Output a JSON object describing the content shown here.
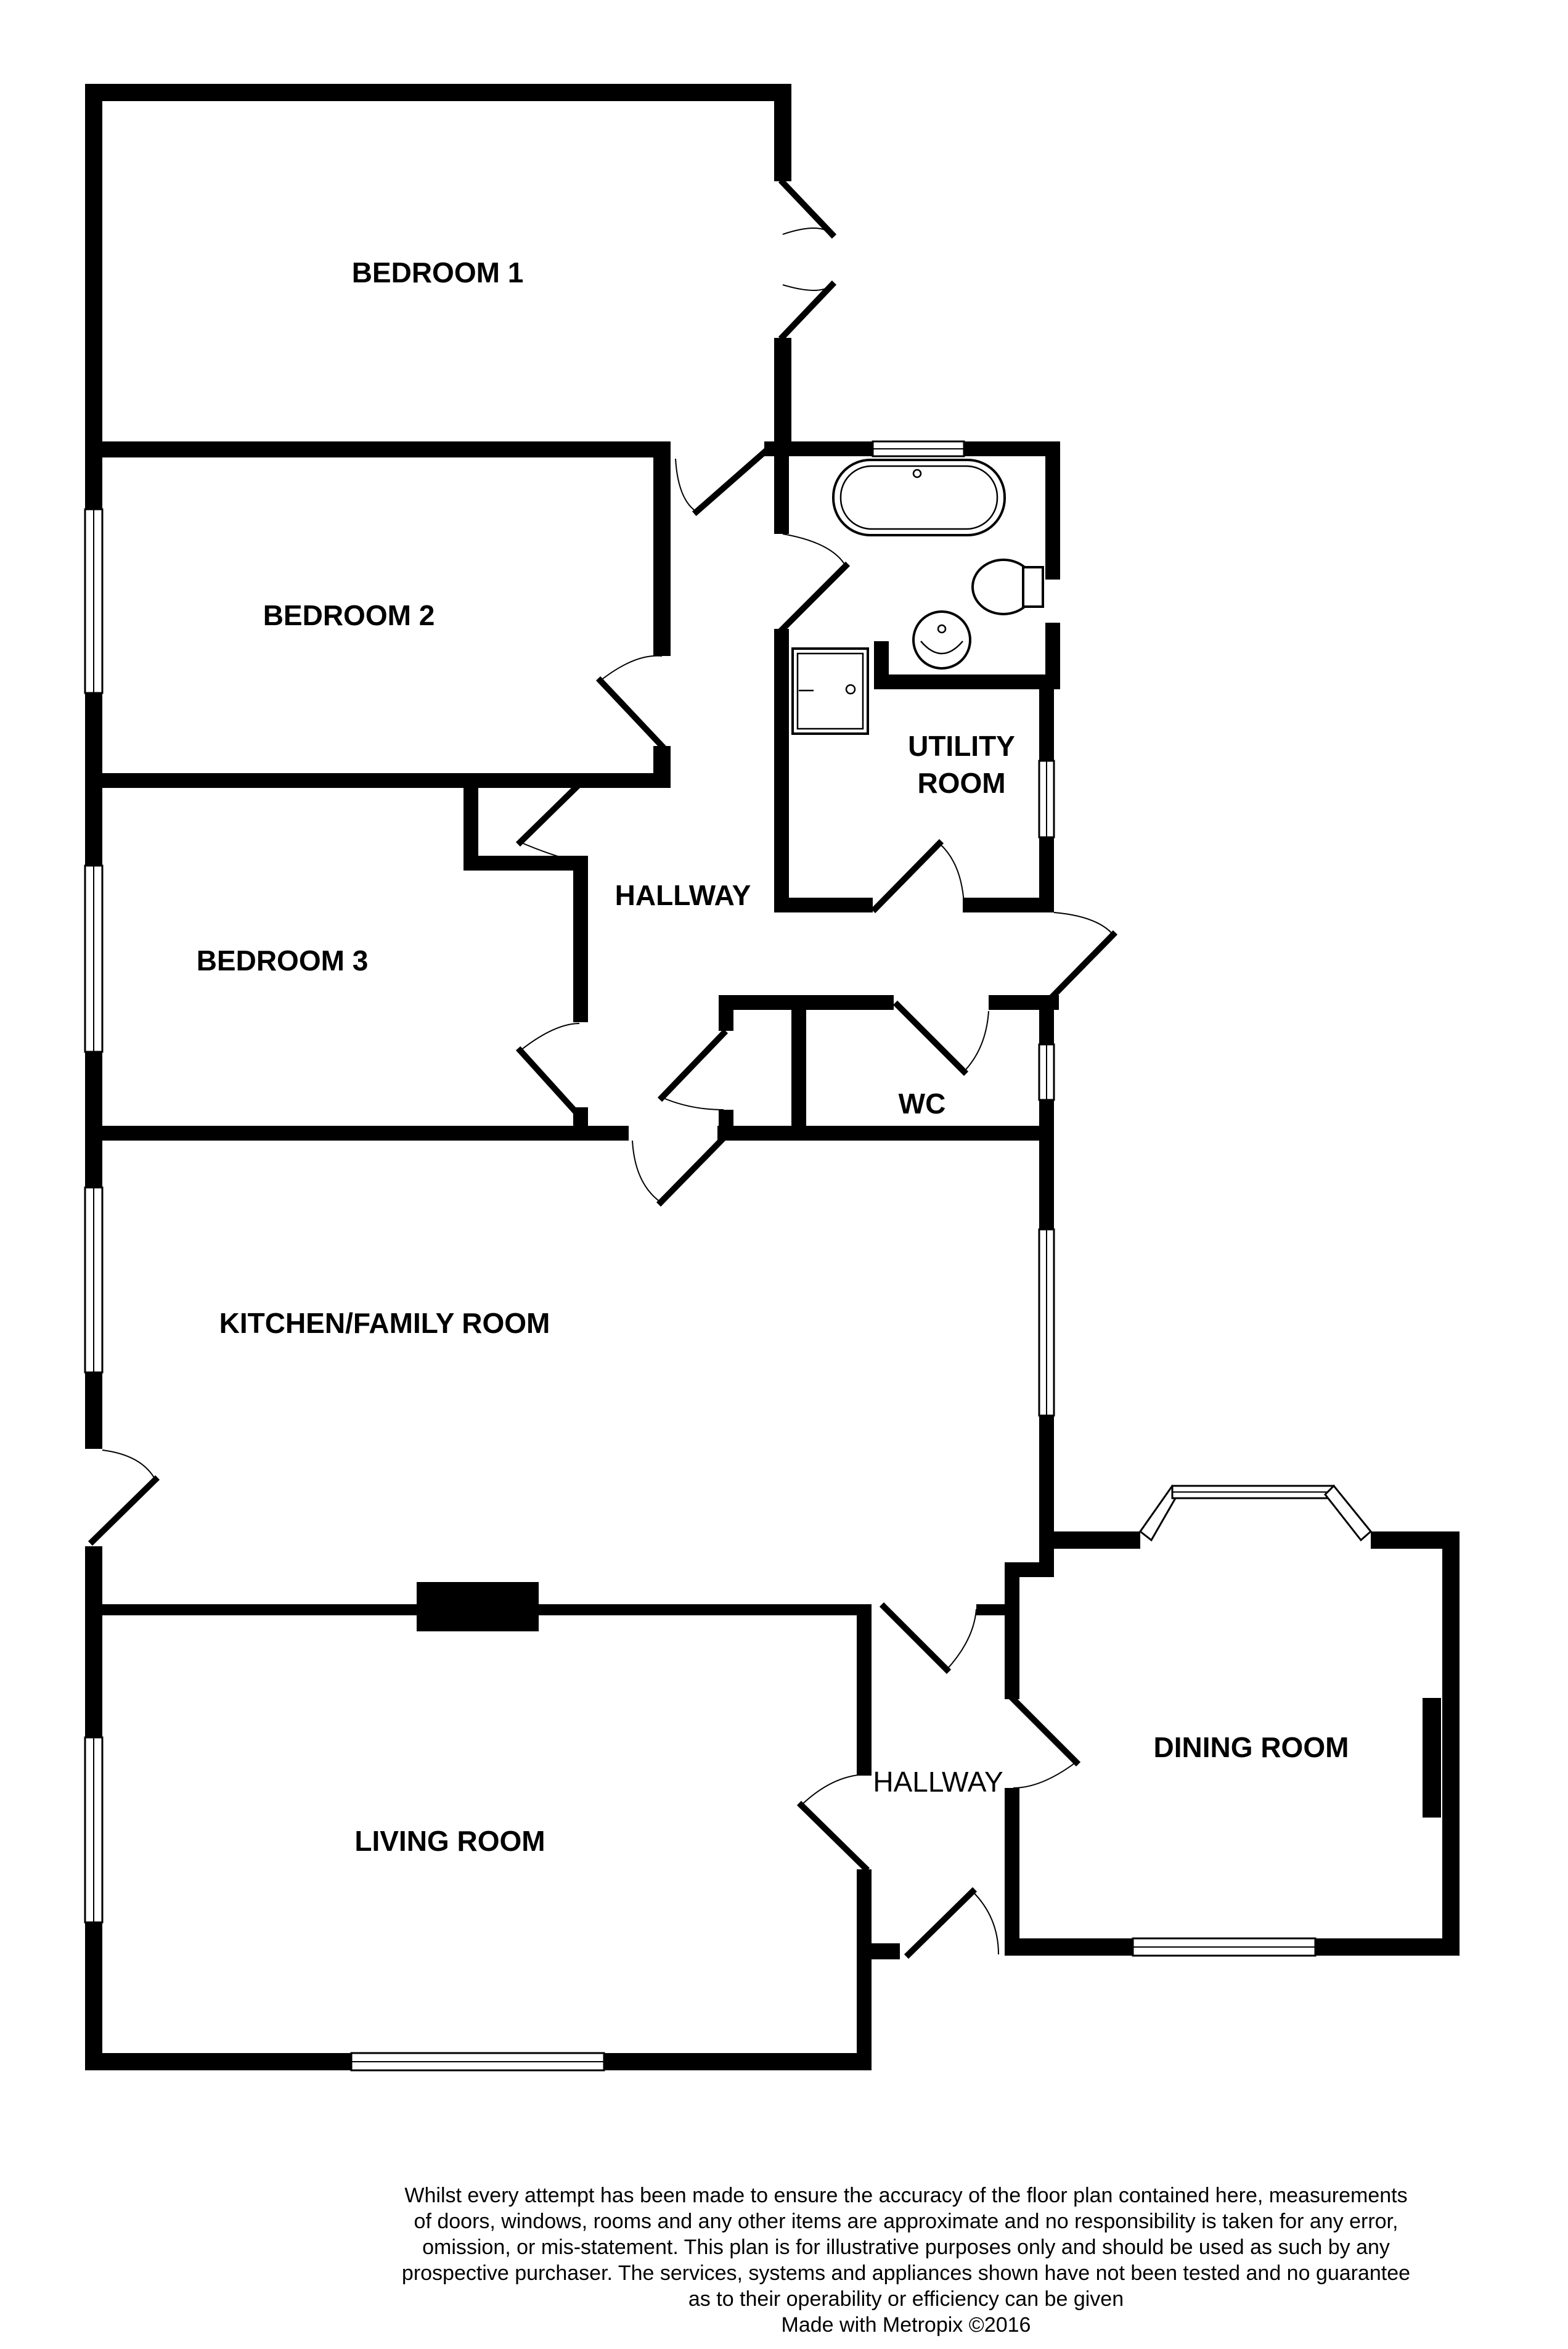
{
  "rooms": {
    "bedroom1": "BEDROOM 1",
    "bedroom2": "BEDROOM 2",
    "bedroom3": "BEDROOM 3",
    "utility_line1": "UTILITY",
    "utility_line2": "ROOM",
    "hallway_upper": "HALLWAY",
    "wc": "WC",
    "kitchen_family": "KITCHEN/FAMILY ROOM",
    "living": "LIVING ROOM",
    "hallway_lower": "HALLWAY",
    "dining": "DINING ROOM"
  },
  "disclaimer": {
    "lines": [
      "Whilst every attempt has been made to ensure the accuracy of the floor plan contained here, measurements",
      "of doors, windows, rooms and any other items are approximate and no responsibility is taken for any error,",
      "omission, or mis-statement. This plan is for illustrative purposes only and should be used as such by any",
      "prospective purchaser. The services, systems and appliances shown have not been tested and no guarantee",
      "as to their operability or efficiency can be given",
      "Made with Metropix ©2016"
    ]
  },
  "colors": {
    "wall": "#000000",
    "background": "#ffffff"
  }
}
